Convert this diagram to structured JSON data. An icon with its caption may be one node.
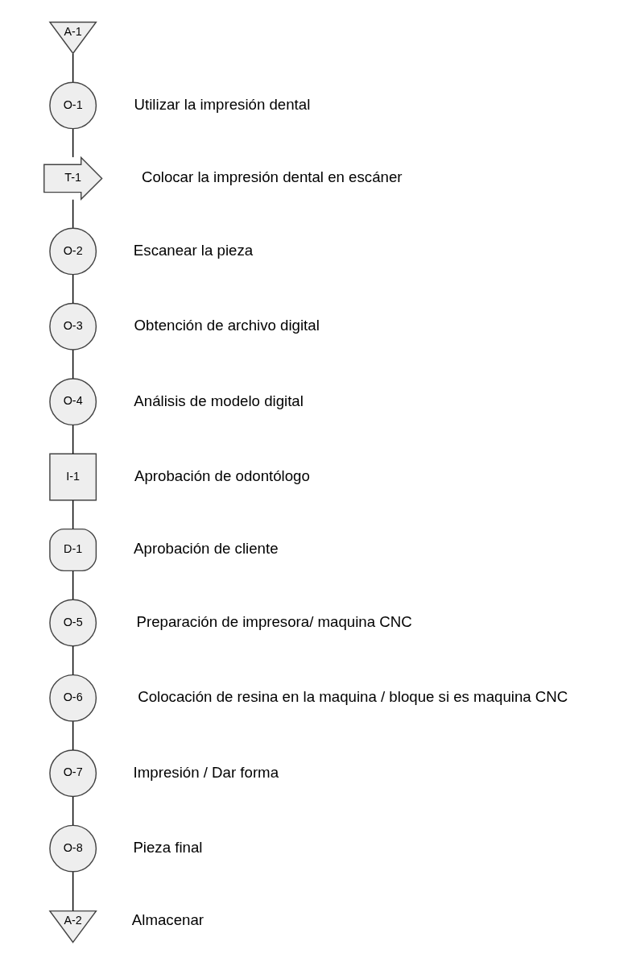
{
  "diagram": {
    "nodes": [
      {
        "text": [
          "A-1"
        ]
      },
      {
        "text": [
          "O-1"
        ],
        "beside": [
          "Utilizar la impresión dental"
        ]
      },
      {
        "text": [
          "T-1"
        ],
        "beside": [
          "Colocar la impresión dental en escáner"
        ]
      },
      {
        "text": [
          "O-2"
        ],
        "beside": [
          "Escanear la pieza"
        ]
      },
      {
        "text": [
          "O-3"
        ],
        "beside": [
          "Obtención de archivo digital"
        ]
      },
      {
        "text": [
          "O-4"
        ],
        "beside": [
          "Análisis de modelo digital"
        ]
      },
      {
        "text": [
          "I-1"
        ],
        "beside": [
          "Aprobación de odontólogo"
        ]
      },
      {
        "text": [
          "D-1"
        ],
        "beside": [
          "Aprobación de cliente"
        ]
      },
      {
        "text": [
          "O-5"
        ],
        "beside": [
          "Preparación de impresora/ maquina CNC"
        ]
      },
      {
        "text": [
          "O-6"
        ],
        "beside": [
          "Colocación de resina en la maquina / bloque si es maquina CNC"
        ]
      },
      {
        "text": [
          "O-7"
        ],
        "beside": [
          "Impresión / Dar forma"
        ]
      },
      {
        "text": [
          "O-8"
        ],
        "beside": [
          "Pieza final"
        ]
      },
      {
        "text": [
          "A-2"
        ],
        "beside": [
          "Almacenar"
        ]
      }
    ],
    "edges": [
      {
        "from": 0,
        "to": 1,
        "arrow": "none"
      },
      {
        "from": 1,
        "to": 2,
        "arrow": "none"
      },
      {
        "from": 2,
        "to": 3,
        "arrow": "none"
      },
      {
        "from": 3,
        "to": 4,
        "arrow": "none"
      },
      {
        "from": 4,
        "to": 5,
        "arrow": "none"
      },
      {
        "from": 5,
        "to": 6,
        "arrow": "none"
      },
      {
        "from": 6,
        "to": 7,
        "arrow": "none"
      },
      {
        "from": 7,
        "to": 8,
        "arrow": "none"
      },
      {
        "from": 8,
        "to": 9,
        "arrow": "none"
      },
      {
        "from": 9,
        "to": 10,
        "arrow": "none"
      },
      {
        "from": 10,
        "to": 11,
        "arrow": "none"
      },
      {
        "from": 11,
        "to": 12,
        "arrow": "none"
      }
    ]
  }
}
